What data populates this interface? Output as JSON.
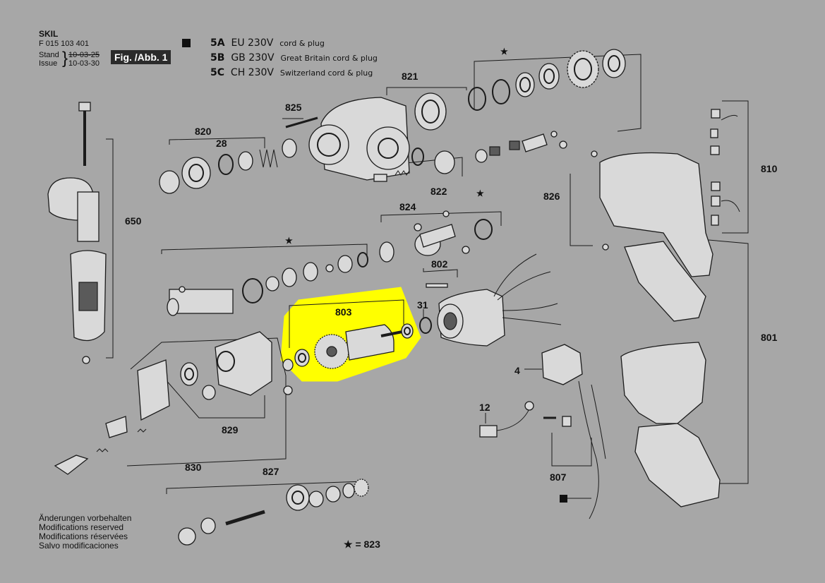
{
  "header": {
    "brand": "SKIL",
    "part_number": "F 015 103 401",
    "stand_label": "Stand",
    "stand_date": "10-03-25",
    "issue_label": "Issue",
    "issue_date": "10-03-30",
    "figure_label": "Fig. /Abb. 1"
  },
  "variants": [
    {
      "code": "5A",
      "voltage": "EU 230V",
      "desc": "cord & plug"
    },
    {
      "code": "5B",
      "voltage": "GB 230V",
      "desc": "Great Britain cord & plug"
    },
    {
      "code": "5C",
      "voltage": "CH 230V",
      "desc": "Switzerland cord & plug"
    }
  ],
  "part_labels": {
    "p821": "821",
    "p825": "825",
    "p820": "820",
    "p28": "28",
    "p822": "822",
    "p810": "810",
    "p826": "826",
    "p650": "650",
    "p824": "824",
    "p802": "802",
    "p803": "803",
    "p31": "31",
    "p4": "4",
    "p801": "801",
    "p12": "12",
    "p829": "829",
    "p830": "830",
    "p827": "827",
    "p807": "807"
  },
  "legend": {
    "star_equals": "★ = 823"
  },
  "stars": [
    "★",
    "★",
    "★"
  ],
  "notes": [
    "Änderungen vorbehalten",
    "Modifications reserved",
    "Modifications réservées",
    "Salvo modificaciones"
  ],
  "colors": {
    "background": "#a7a7a7",
    "highlight": "#ffff00",
    "figure_badge": "#2b2b2b"
  }
}
